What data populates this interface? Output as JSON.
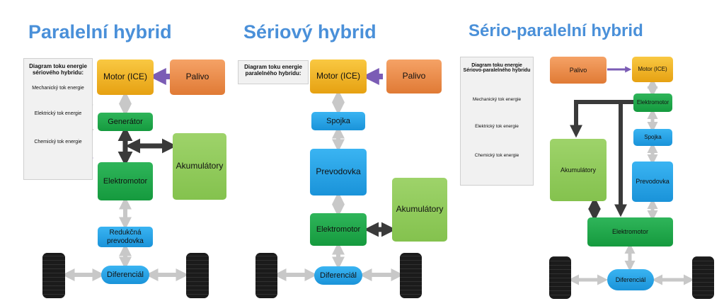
{
  "titles": {
    "parallel": "Paralelní hybrid",
    "serial": "Sériový hybrid",
    "serial_parallel": "Sério-paralelní hybrid"
  },
  "legend1": {
    "title": "Diagram toku energie sériového hybridu:",
    "mechanical": "Mechanický tok energie",
    "electrical": "Elektrický tok energie",
    "chemical": "Chemický tok energie"
  },
  "legend2": {
    "title": "Diagram toku energie paralelného hybridu:"
  },
  "legend3": {
    "title": "Diagram toku energie Sériovo-paralelného hybridu",
    "mechanical": "Mechanický tok energie",
    "electrical": "Elektrický tok energie",
    "chemical": "Chemický tok energie"
  },
  "diagram1": {
    "motor": "Motor (ICE)",
    "fuel": "Palivo",
    "generator": "Generátor",
    "battery": "Akumulátory",
    "electromotor": "Elektromotor",
    "reduction": "Redukčná prevodovka",
    "differential": "Diferenciál"
  },
  "diagram2": {
    "motor": "Motor (ICE)",
    "fuel": "Palivo",
    "clutch": "Spojka",
    "gearbox": "Prevodovka",
    "battery": "Akumulátory",
    "electromotor": "Elektromotor",
    "differential": "Diferenciál"
  },
  "diagram3": {
    "fuel": "Palivo",
    "motor": "Motor (ICE)",
    "electromotor_top": "Elektromotor",
    "battery": "Akumulátory",
    "clutch": "Spojka",
    "gearbox": "Prevodovka",
    "electromotor_bottom": "Elektromotor",
    "differential": "Diferenciál"
  },
  "colors": {
    "title": "#4a90d9",
    "mechanical_arrow": "#c8c8c8",
    "electrical_arrow": "#3a3a3a",
    "chemical_arrow": "#7b5cb5"
  }
}
